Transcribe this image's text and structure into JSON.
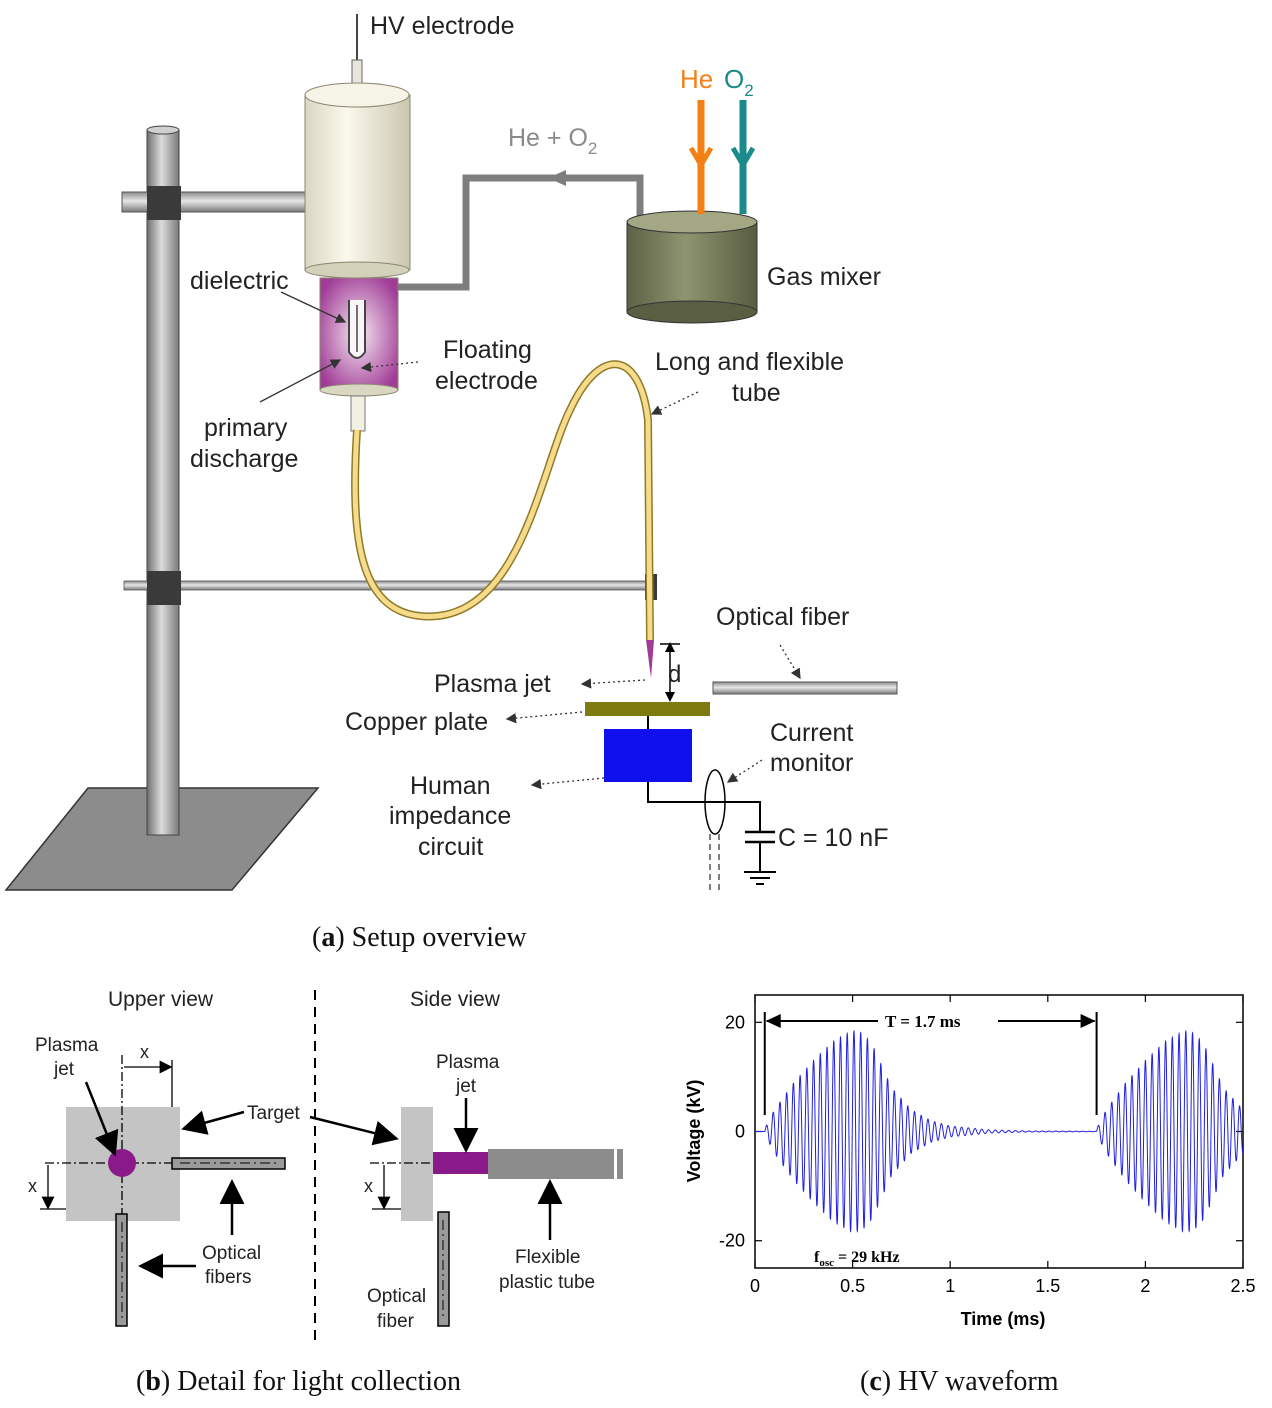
{
  "panel_a": {
    "hv_electrode": "HV electrode",
    "he": "He",
    "o2": "O",
    "o2_sub": "2",
    "he_o2": "He + O",
    "he_o2_sub": "2",
    "gas_mixer": "Gas mixer",
    "dielectric": "dielectric",
    "floating_1": "Floating",
    "floating_2": "electrode",
    "primary_1": "primary",
    "primary_2": "discharge",
    "long_1": "Long and flexible",
    "long_2": "tube",
    "optical_fiber": "Optical fiber",
    "d": "d",
    "plasma_jet": "Plasma jet",
    "copper_plate": "Copper plate",
    "current_1": "Current",
    "current_2": "monitor",
    "human_1": "Human",
    "human_2": "impedance",
    "human_3": "circuit",
    "capacitor": "C = 10 nF",
    "caption_letter": "a",
    "caption_text": "Setup overview",
    "colors": {
      "he": "#f57f17",
      "o2": "#1a8a8a",
      "plate": "#7d7a10",
      "impedance": "#1010ee"
    }
  },
  "panel_b": {
    "upper_view": "Upper view",
    "side_view": "Side view",
    "plasma_jet_1": "Plasma",
    "plasma_jet_2": "jet",
    "x": "x",
    "target": "Target",
    "optical_fibers_1": "Optical",
    "optical_fibers_2": "fibers",
    "optical_fiber_1": "Optical",
    "optical_fiber_2": "fiber",
    "flexible_1": "Flexible",
    "flexible_2": "plastic tube",
    "caption_letter": "b",
    "caption_text": "Detail for light collection"
  },
  "panel_c": {
    "period_label": "T = 1.7 ms",
    "fosc_f": "f",
    "fosc_sub": "osc",
    "fosc_value": " = 29 kHz",
    "caption_letter": "c",
    "caption_text": "HV waveform"
  },
  "chart_data": {
    "type": "line",
    "title": "",
    "xlabel": "Time (ms)",
    "ylabel": "Voltage (kV)",
    "xlim": [
      0,
      2.5
    ],
    "ylim": [
      -25,
      25
    ],
    "xticks": [
      "0",
      "0.5",
      "1",
      "1.5",
      "2",
      "2.5"
    ],
    "yticks": [
      "20",
      "0",
      "-20"
    ],
    "series": [
      {
        "color": "#2020e0",
        "burst_starts_ms": [
          0.05,
          1.75
        ],
        "oscillation_khz": 29,
        "envelope": {
          "t_ms": [
            0.05,
            0.1,
            0.2,
            0.3,
            0.4,
            0.5,
            0.55,
            0.6,
            0.7,
            0.8,
            0.9,
            1.0,
            1.2,
            1.4,
            1.7
          ],
          "amp_kv": [
            0.5,
            4,
            9,
            13,
            16.5,
            18.5,
            18,
            16,
            8,
            4,
            2,
            1,
            0.3,
            0.1,
            0.05
          ]
        }
      }
    ]
  }
}
